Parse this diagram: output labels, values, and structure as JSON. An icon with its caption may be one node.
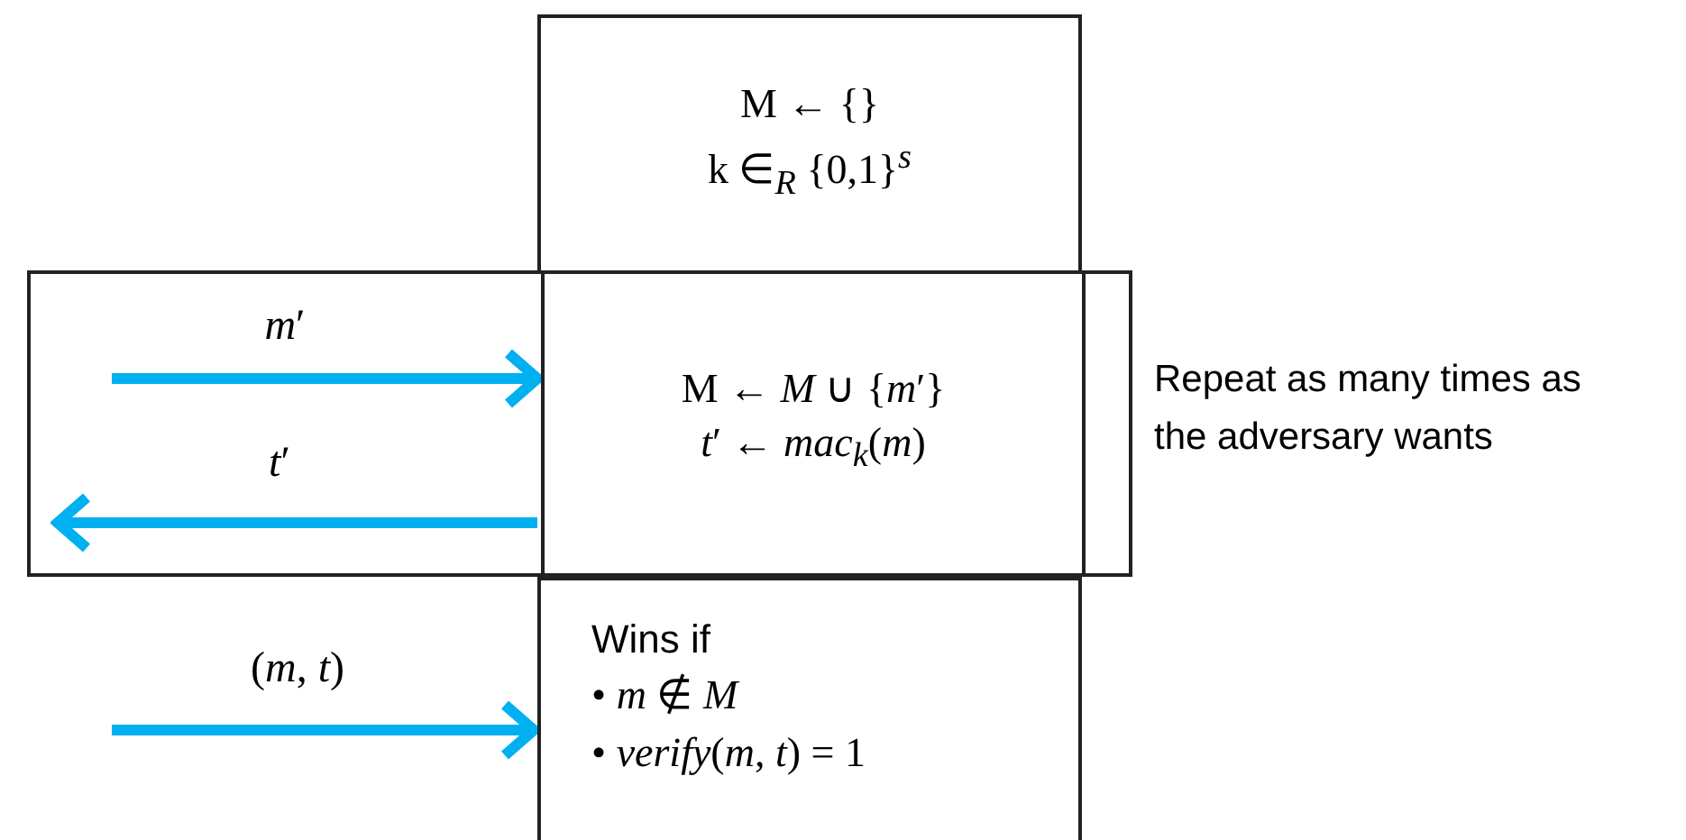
{
  "diagram": {
    "nodes": [
      {
        "text": [
          "M ← {}",
          "k ∈$_{R}$ {0,1}$^{s}$"
        ]
      },
      {
        "text": [],
        "shape": "box",
        "beside": [
          "Repeat as many times as the adversary wants"
        ]
      },
      {
        "text": [
          "M ← *M* ∪ {*m*′}",
          "*t*′ ← *mac*$_{k}$(*m*)"
        ],
        "in": 1
      },
      {
        "text": [
          "Wins if",
          "• *m* ∉ *M*",
          "• *verify*(*m*, *t*) = 1"
        ]
      }
    ],
    "edges": [
      {
        "from": null,
        "to": 2,
        "arrow": "to",
        "label": "*m*′"
      },
      {
        "from": 2,
        "to": null,
        "arrow": "to",
        "label": "*t*′"
      },
      {
        "from": null,
        "to": 3,
        "arrow": "to",
        "label": "(*m*, *t*)"
      }
    ]
  }
}
